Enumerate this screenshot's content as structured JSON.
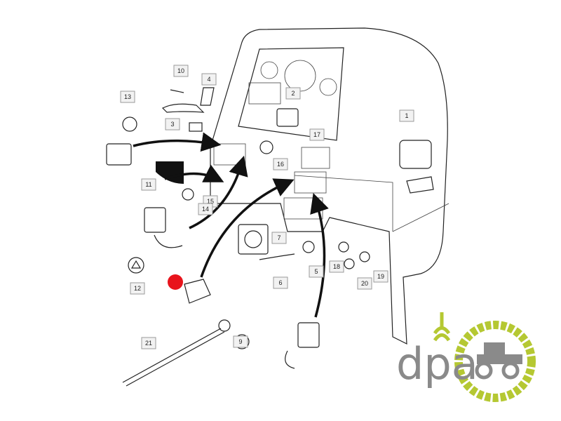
{
  "diagram": {
    "part_labels": [
      "10",
      "4",
      "13",
      "2",
      "3",
      "1",
      "17",
      "16",
      "11",
      "15",
      "14",
      "7",
      "12",
      "5",
      "18",
      "19",
      "20",
      "6",
      "9",
      "21"
    ],
    "marker_color": "#e8141c"
  },
  "logo": {
    "text": "dpa",
    "accent_color": "#b5c832",
    "gray_color": "#8a8a8a"
  }
}
